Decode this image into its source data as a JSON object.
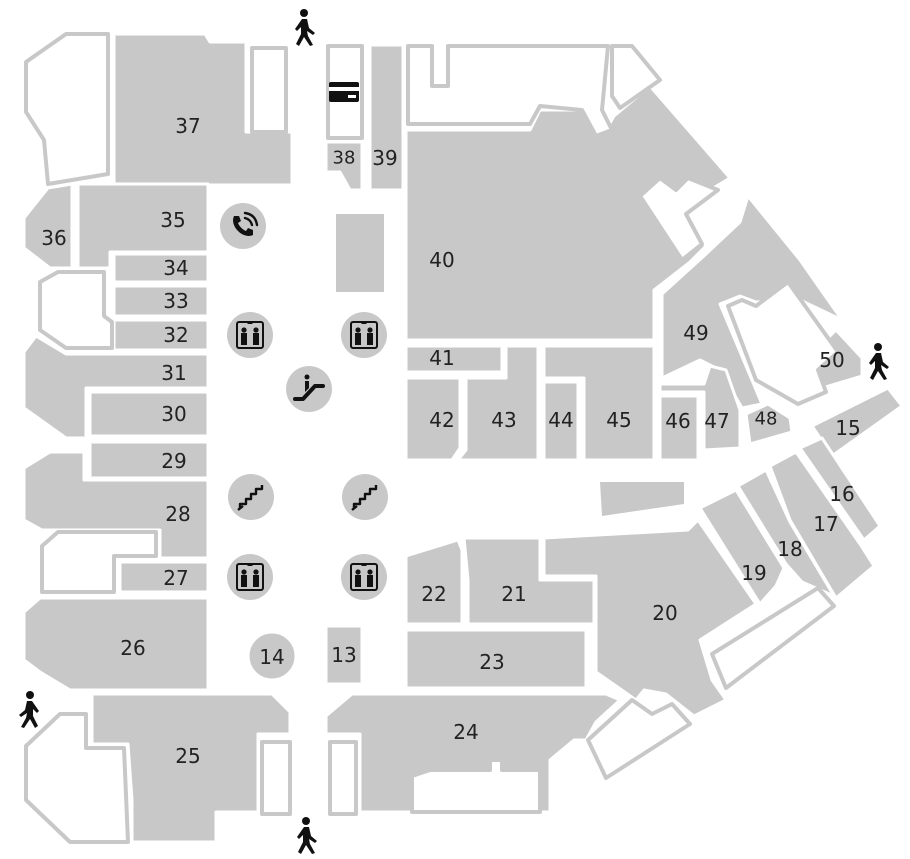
{
  "colors": {
    "unit_fill": "#c8c8c8",
    "background": "#ffffff",
    "icon": "#111111",
    "text": "#222222"
  },
  "units": {
    "u13": "13",
    "u14": "14",
    "u15": "15",
    "u16": "16",
    "u17": "17",
    "u18": "18",
    "u19": "19",
    "u20": "20",
    "u21": "21",
    "u22": "22",
    "u23": "23",
    "u24": "24",
    "u25": "25",
    "u26": "26",
    "u27": "27",
    "u28": "28",
    "u29": "29",
    "u30": "30",
    "u31": "31",
    "u32": "32",
    "u33": "33",
    "u34": "34",
    "u35": "35",
    "u36": "36",
    "u37": "37",
    "u38": "38",
    "u39": "39",
    "u40": "40",
    "u41": "41",
    "u42": "42",
    "u43": "43",
    "u44": "44",
    "u45": "45",
    "u46": "46",
    "u47": "47",
    "u48": "48",
    "u49": "49",
    "u50": "50"
  },
  "icons": {
    "entrance": "walking-person-icon",
    "atm": "credit-card-icon",
    "phone": "phone-icon",
    "elevator": "elevator-icon",
    "escalator": "escalator-icon",
    "stairs": "stairs-icon"
  }
}
